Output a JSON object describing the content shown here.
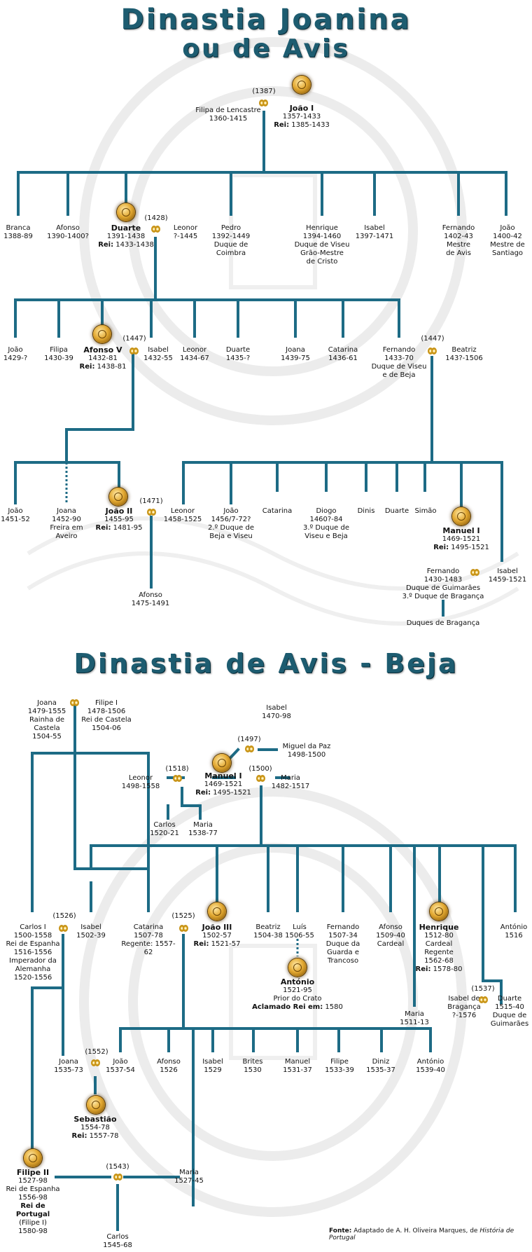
{
  "titles": {
    "t1": "Dinastia Joanina",
    "t2": "ou de Avis",
    "t3": "Dinastia de Avis - Beja"
  },
  "colors": {
    "line": "#1d6b85",
    "title": "#1d5c70",
    "ring": "#d8a22a"
  },
  "people": {
    "joao1": {
      "name": "João I",
      "dates": "1357-1433",
      "reign": "1385-1433"
    },
    "filipa": {
      "name": "Filipa de Lencastre",
      "dates": "1360-1415"
    },
    "branca": {
      "name": "Branca",
      "dates": "1388-89"
    },
    "afonso_a": {
      "name": "Afonso",
      "dates": "1390-1400?"
    },
    "duarte": {
      "name": "Duarte",
      "dates": "1391-1438",
      "reign": "1433-1438"
    },
    "leonor_a": {
      "name": "Leonor",
      "dates": "?-1445"
    },
    "pedro": {
      "name": "Pedro",
      "dates": "1392-1449",
      "title": "Duque de\nCoimbra"
    },
    "henrique_n": {
      "name": "Henrique",
      "dates": "1394-1460",
      "title": "Duque de Viseu\nGrão-Mestre\nde Cristo"
    },
    "isabel_a": {
      "name": "Isabel",
      "dates": "1397-1471"
    },
    "fernando_a": {
      "name": "Fernando",
      "dates": "1402-43",
      "title": "Mestre\nde Avis"
    },
    "joao_a": {
      "name": "João",
      "dates": "1400-42",
      "title": "Mestre de\nSantiago"
    },
    "joao_b": {
      "name": "João",
      "dates": "1429-?"
    },
    "filipa_b": {
      "name": "Filipa",
      "dates": "1430-39"
    },
    "afonso5": {
      "name": "Afonso V",
      "dates": "1432-81",
      "reign": "1438-81"
    },
    "isabel_b": {
      "name": "Isabel",
      "dates": "1432-55"
    },
    "leonor_b": {
      "name": "Leonor",
      "dates": "1434-67"
    },
    "duarte_b": {
      "name": "Duarte",
      "dates": "1435-?"
    },
    "joana_b": {
      "name": "Joana",
      "dates": "1439-75"
    },
    "catarina_b": {
      "name": "Catarina",
      "dates": "1436-61"
    },
    "fernando_b": {
      "name": "Fernando",
      "dates": "1433-70",
      "title": "Duque de Viseu\ne de Beja"
    },
    "beatriz_b": {
      "name": "Beatriz",
      "dates": "143?-1506"
    },
    "joao_c": {
      "name": "João",
      "dates": "1451-52"
    },
    "joana_c": {
      "name": "Joana",
      "dates": "1452-90",
      "title": "Freira em\nAveiro"
    },
    "joao2": {
      "name": "João II",
      "dates": "1455-95",
      "reign": "1481-95"
    },
    "leonor_c": {
      "name": "Leonor",
      "dates": "1458-1525"
    },
    "joao_d": {
      "name": "João",
      "dates": "1456/7-72?",
      "title": "2.º Duque de\nBeja e Viseu"
    },
    "catarina_c": {
      "name": "Catarina",
      "dates": ""
    },
    "diogo": {
      "name": "Diogo",
      "dates": "1460?-84",
      "title": "3.º Duque de\nViseu e Beja"
    },
    "dinis_c": {
      "name": "Dinis",
      "dates": ""
    },
    "duarte_c": {
      "name": "Duarte",
      "dates": ""
    },
    "simao": {
      "name": "Simão",
      "dates": ""
    },
    "manuel1_a": {
      "name": "Manuel I",
      "dates": "1469-1521",
      "reign": "1495-1521"
    },
    "isabel_c": {
      "name": "Isabel",
      "dates": "1459-1521"
    },
    "fernando_c": {
      "name": "Fernando",
      "dates": "1430-1483",
      "title": "Duque de Guimarães\n3.º Duque de Bragança"
    },
    "duques": {
      "name": "Duques de Bragança",
      "dates": ""
    },
    "afonso_c": {
      "name": "Afonso",
      "dates": "1475-1491"
    },
    "joana_d": {
      "name": "Joana",
      "dates": "1479-1555",
      "title": "Rainha de Castela\n1504-55"
    },
    "filipe1": {
      "name": "Filipe I",
      "dates": "1478-1506",
      "title": "Rei de Castela\n1504-06"
    },
    "isabel_d": {
      "name": "Isabel",
      "dates": "1470-98"
    },
    "miguel": {
      "name": "Miguel da Paz",
      "dates": "1498-1500"
    },
    "leonor_d": {
      "name": "Leonor",
      "dates": "1498-1558"
    },
    "manuel1_b": {
      "name": "Manuel I",
      "dates": "1469-1521",
      "reign": "1495-1521"
    },
    "maria_d": {
      "name": "Maria",
      "dates": "1482-1517"
    },
    "carlos_d": {
      "name": "Carlos",
      "dates": "1520-21"
    },
    "maria_e": {
      "name": "Maria",
      "dates": "1538-77"
    },
    "carlos1": {
      "name": "Carlos I",
      "dates": "1500-1558",
      "title": "Rei de Espanha\n1516-1556\nImperador da\nAlemanha\n1520-1556"
    },
    "isabel_e": {
      "name": "Isabel",
      "dates": "1502-39"
    },
    "catarina_e": {
      "name": "Catarina",
      "dates": "1507-78",
      "title": "Regente: 1557-62"
    },
    "joao3": {
      "name": "João III",
      "dates": "1502-57",
      "reign": "1521-57"
    },
    "beatriz_e": {
      "name": "Beatriz",
      "dates": "1504-38"
    },
    "luis": {
      "name": "Luís",
      "dates": "1506-55"
    },
    "fernando_e": {
      "name": "Fernando",
      "dates": "1507-34",
      "title": "Duque da\nGuarda e\nTrancoso"
    },
    "afonso_e": {
      "name": "Afonso",
      "dates": "1509-40",
      "title": "Cardeal"
    },
    "henrique_r": {
      "name": "Henrique",
      "dates": "1512-80",
      "title": "Cardeal\nRegente\n1562-68",
      "reign": "1578-80"
    },
    "antonio_e": {
      "name": "António",
      "dates": "1516"
    },
    "antonio_p": {
      "name": "António",
      "dates": "1521-95",
      "title": "Prior do Crato",
      "acl_label": "Aclamado Rei em:",
      "acl_year": "1580"
    },
    "maria_f": {
      "name": "Maria",
      "dates": "1511-13"
    },
    "isabel_f": {
      "name": "Isabel de",
      "dates": "Bragança\n?-1576"
    },
    "duarte_f": {
      "name": "Duarte",
      "dates": "1515-40",
      "title": "Duque de\nGuimarães"
    },
    "joana_f": {
      "name": "Joana",
      "dates": "1535-73"
    },
    "joao_f": {
      "name": "João",
      "dates": "1537-54"
    },
    "afonso_f": {
      "name": "Afonso",
      "dates": "1526"
    },
    "isabel_g": {
      "name": "Isabel",
      "dates": "1529"
    },
    "brites": {
      "name": "Brites",
      "dates": "1530"
    },
    "manuel_f": {
      "name": "Manuel",
      "dates": "1531-37"
    },
    "filipe_f": {
      "name": "Filipe",
      "dates": "1533-39"
    },
    "diniz_f": {
      "name": "Diniz",
      "dates": "1535-37"
    },
    "antonio_f": {
      "name": "António",
      "dates": "1539-40"
    },
    "sebastiao": {
      "name": "Sebastião",
      "dates": "1554-78",
      "reign": "1557-78"
    },
    "filipe2": {
      "name": "Filipe II",
      "dates": "1527-98",
      "title": "Rei de Espanha\n1556-98",
      "reign2_label": "Rei de Portugal",
      "reign2": "(Filipe I)\n1580-98"
    },
    "maria_g": {
      "name": "Maria",
      "dates": "1527-45"
    },
    "carlos_g": {
      "name": "Carlos",
      "dates": "1545-68"
    }
  },
  "labels": {
    "rei": "Rei:"
  },
  "marriage_years": {
    "m1387": "(1387)",
    "m1428": "(1428)",
    "m1447a": "(1447)",
    "m1447b": "(1447)",
    "m1471": "(1471)",
    "m1497": "(1497)",
    "m1518": "(1518)",
    "m1500": "(1500)",
    "m1526": "(1526)",
    "m1525": "(1525)",
    "m1537": "(1537)",
    "m1552": "(1552)",
    "m1543": "(1543)"
  },
  "source": {
    "label": "Fonte:",
    "text": "Adaptado de A. H. Oliveira Marques, de",
    "work": "História de Portugal"
  }
}
